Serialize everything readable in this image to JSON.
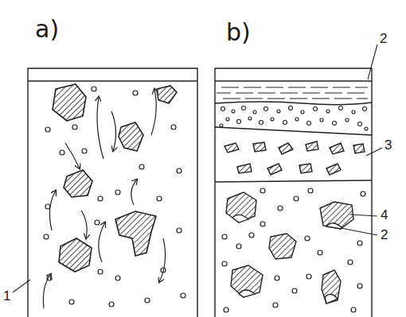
{
  "diagram": {
    "labels": [
      "a)",
      "b)",
      "1",
      "2",
      "3",
      "4",
      "2"
    ]
  }
}
